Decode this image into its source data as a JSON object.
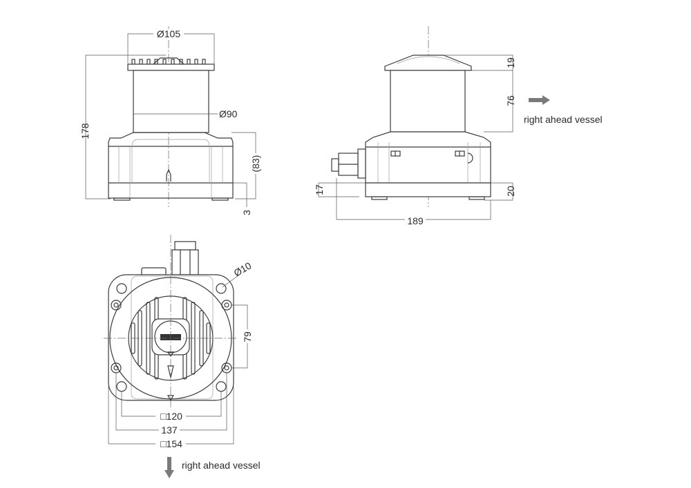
{
  "front_view": {
    "dim_cap_diameter": "Ø105",
    "dim_body_diameter": "Ø90",
    "dim_total_height": "178",
    "dim_base_height": "(83)",
    "dim_foot": "3"
  },
  "side_view": {
    "dim_cap_height": "19",
    "dim_cylinder_height": "76",
    "dim_gland_height": "17",
    "dim_base_band": "20",
    "dim_width": "189",
    "direction_note": "right ahead vessel"
  },
  "bottom_view": {
    "dim_hole_diameter": "Ø10",
    "dim_screw_spacing": "79",
    "dim_hole_square": "□120",
    "dim_screw_width": "137",
    "dim_outer_square": "□154",
    "direction_note": "right ahead vessel"
  },
  "colors": {
    "line": "#3a3a3a",
    "arrow": "#7a7a7a"
  }
}
